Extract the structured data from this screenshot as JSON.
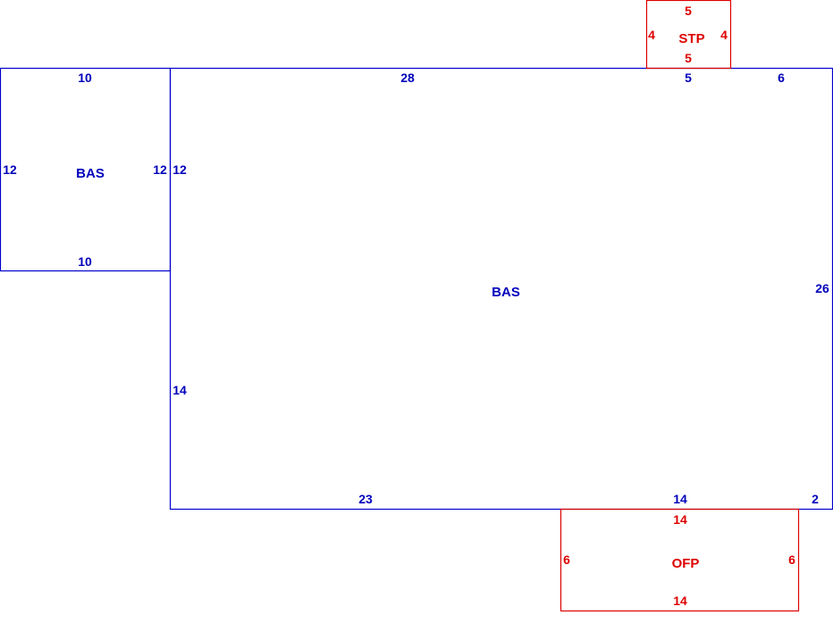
{
  "colors": {
    "base": "#0000bb",
    "addition": "#dd0000"
  },
  "areas": {
    "bas_small": {
      "label": "BAS",
      "top": "10",
      "bottom": "10",
      "left": "12",
      "right": "12"
    },
    "bas_main": {
      "label": "BAS",
      "top_left": "28",
      "top_mid": "5",
      "top_right": "6",
      "right": "26",
      "left_upper": "12",
      "left_lower": "14",
      "bottom_left": "23",
      "bottom_mid": "14",
      "bottom_right": "2"
    },
    "stp": {
      "label": "STP",
      "top": "5",
      "bottom": "5",
      "left": "4",
      "right": "4"
    },
    "ofp": {
      "label": "OFP",
      "top": "14",
      "bottom": "14",
      "left": "6",
      "right": "6"
    }
  }
}
